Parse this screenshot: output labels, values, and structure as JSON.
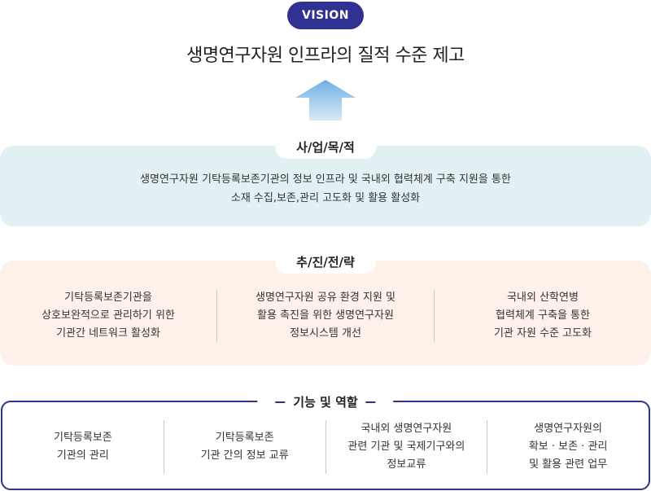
{
  "vision": {
    "badge": "VISION",
    "title": "생명연구자원 인프라의 질적 수준 제고"
  },
  "purpose": {
    "label": "사/업/목/적",
    "lines": [
      "생명연구자원 기탁등록보존기관의 정보 인프라 및 국내외 협력체계 구축 지원을 통한",
      "소재 수집,보존,관리 고도화 및 활용 활성화"
    ]
  },
  "strategy": {
    "label": "추/진/전/략",
    "items": [
      {
        "lines": [
          "기탁등록보존기관을",
          "상호보완적으로 관리하기 위한",
          "기관간 네트워크 활성화"
        ]
      },
      {
        "lines": [
          "생명연구자원 공유 환경 지원 및",
          "활용 촉진을 위한 생명연구자원",
          "정보시스템 개선"
        ]
      },
      {
        "lines": [
          "국내외 산학연병",
          "협력체계 구축을 통한",
          "기관 자원 수준 고도화"
        ]
      }
    ]
  },
  "roles": {
    "label": "기능 및 역할",
    "items": [
      {
        "lines": [
          "기탁등록보존",
          "기관의 관리"
        ]
      },
      {
        "lines": [
          "기탁등록보존",
          "기관 간의 정보 교류"
        ]
      },
      {
        "lines": [
          "국내외 생명연구자원",
          "관련 기관 및 국제기구와의",
          "정보교류"
        ]
      },
      {
        "lines": [
          "생명연구자원의",
          "확보 · 보존 · 관리",
          "및 활용 관련 업무"
        ]
      }
    ]
  },
  "colors": {
    "accent": "#2f3293",
    "arrow": "#4a8fcf",
    "purpose_bg": "#e3f1f5",
    "strategy_bg": "#fdf1ea"
  },
  "icons": {
    "arrow": "up-arrow-icon"
  }
}
